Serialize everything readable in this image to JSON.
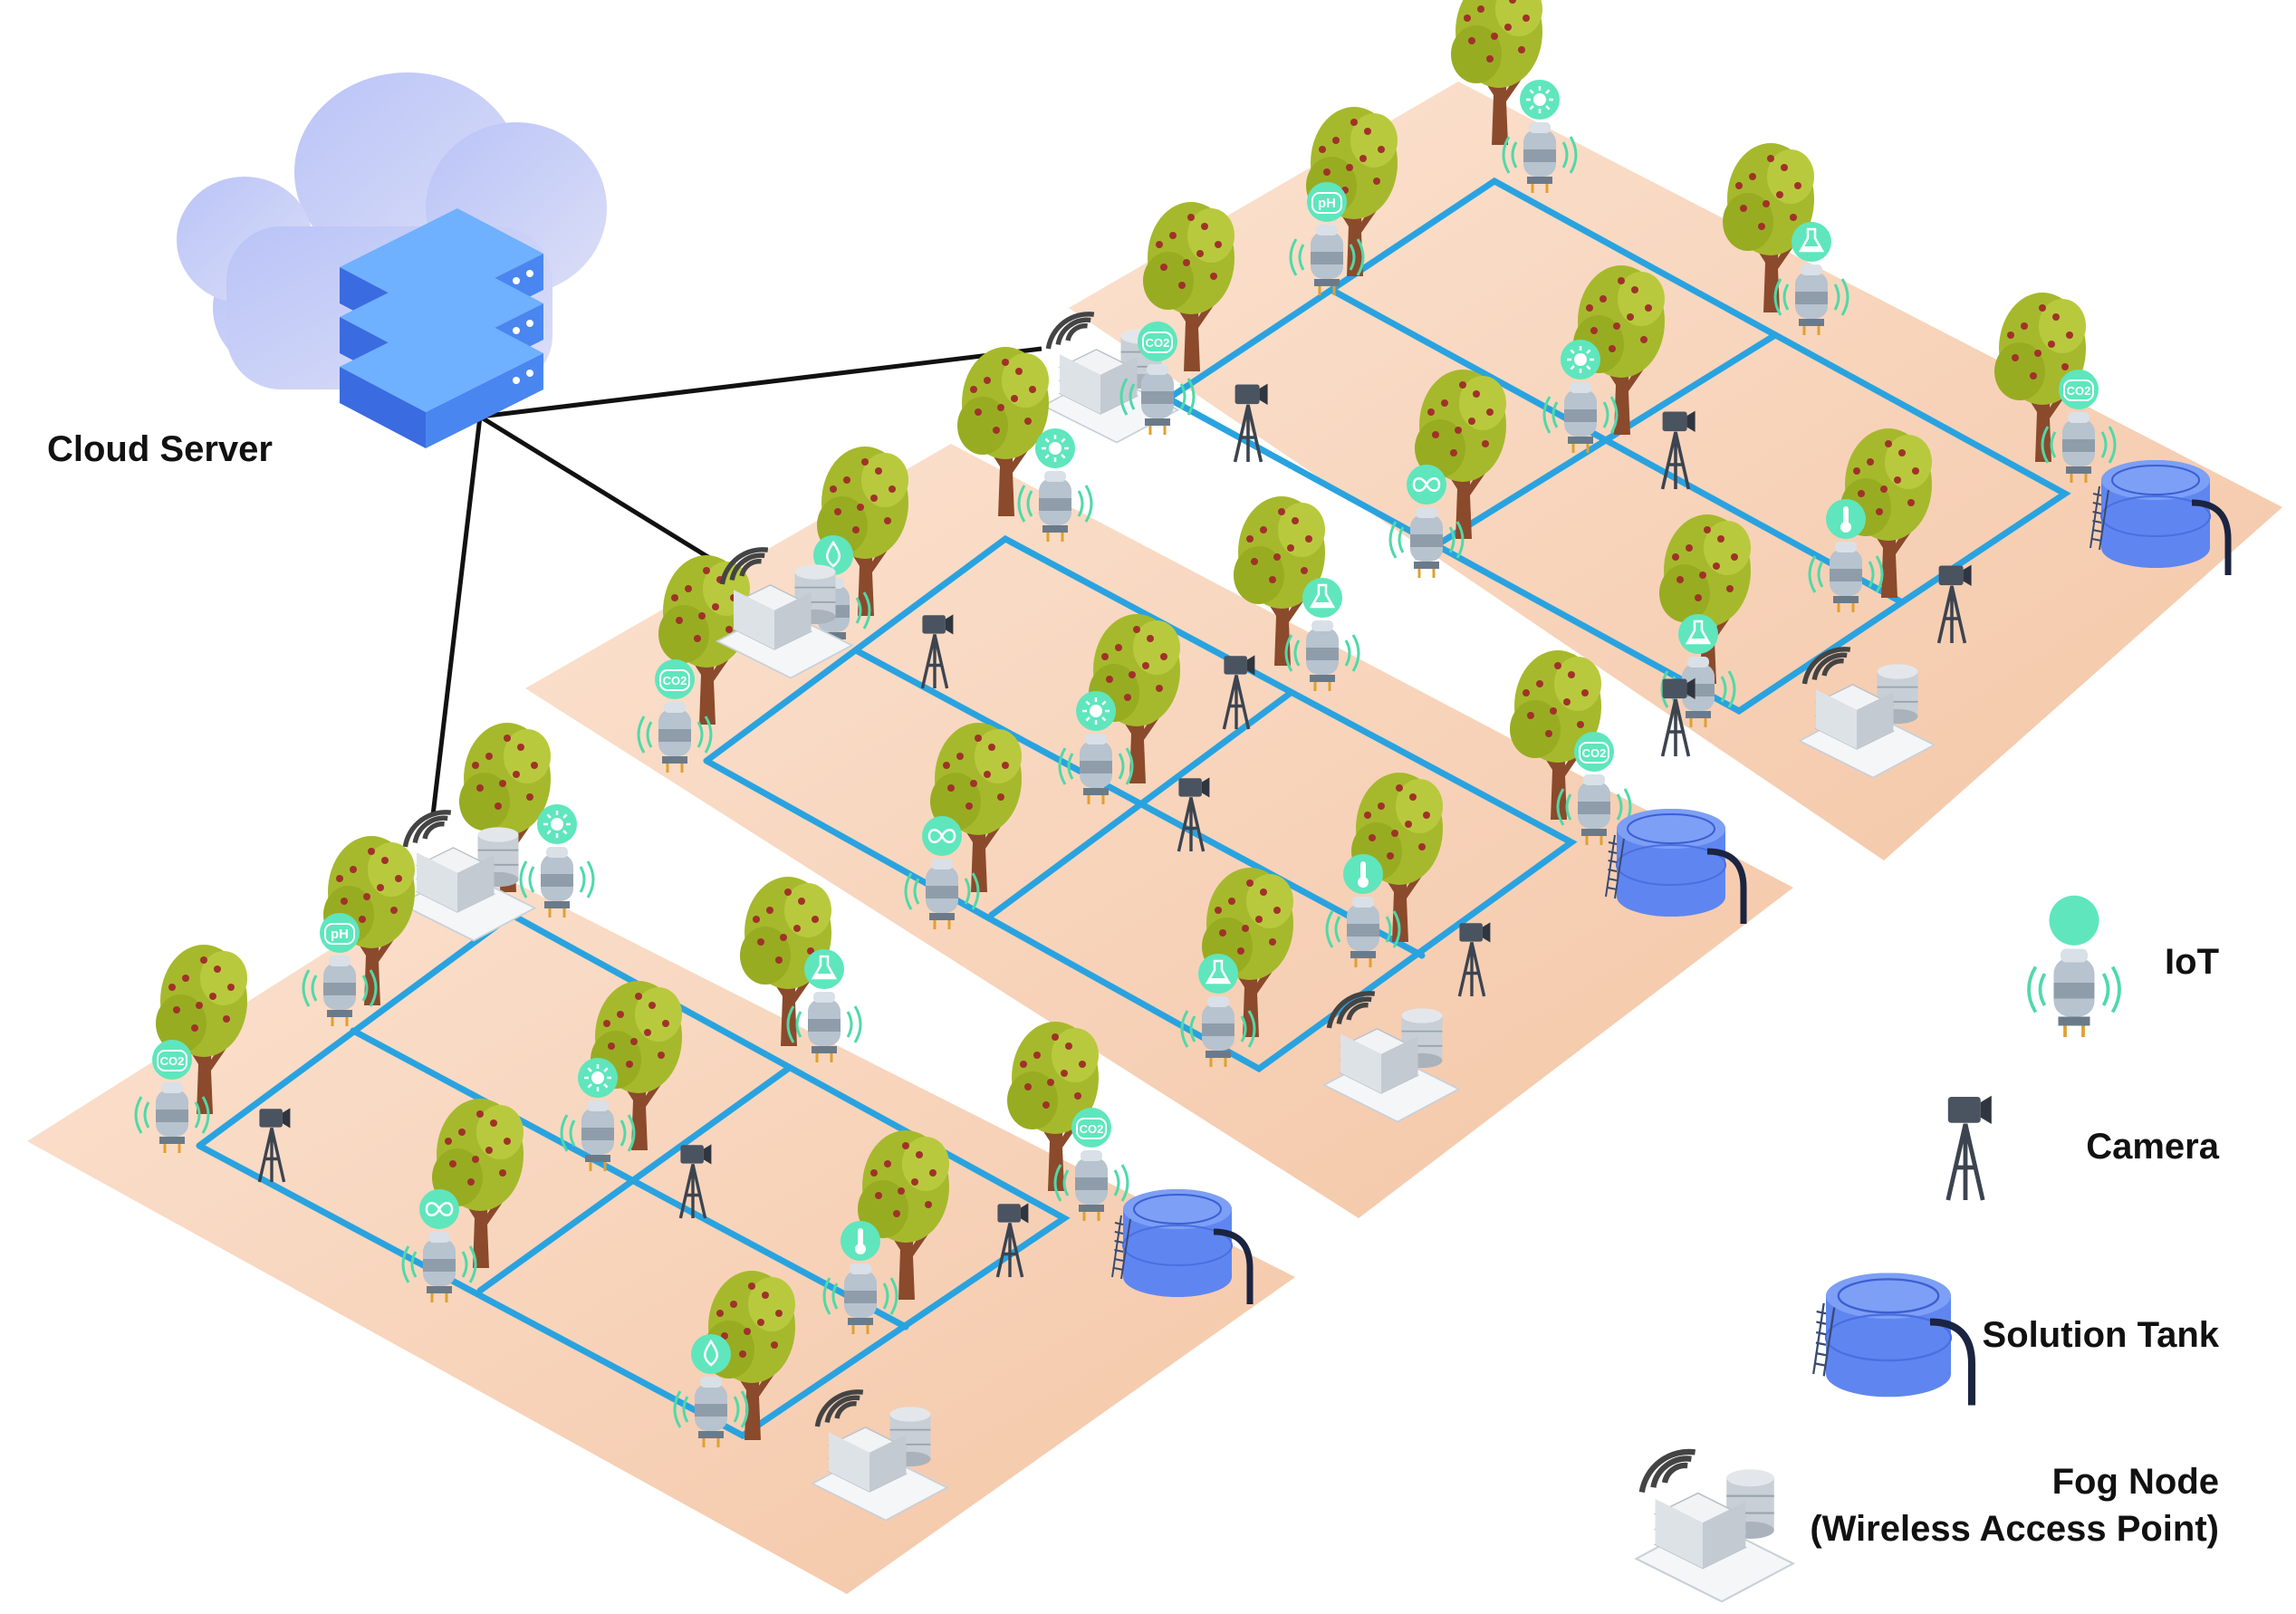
{
  "cloud_label": "Cloud Server",
  "legend": {
    "iot": "IoT",
    "camera": "Camera",
    "tank": "Solution Tank",
    "fog_line1": "Fog Node",
    "fog_line2": "(Wireless Access Point)"
  },
  "sensor_icons": [
    "pH",
    "water-drop",
    "sun",
    "fan",
    "thermometer",
    "CO2",
    "flask"
  ],
  "sensor_texts": {
    "ph": "pH",
    "co2": "CO2"
  },
  "colors": {
    "field": "#f7d3b8",
    "pipe": "#29a3e0",
    "sensor_badge": "#5fe6bd",
    "tree_canopy": "#a6b92c",
    "tree_trunk": "#8b4a2b",
    "tank": "#5f86f0",
    "server": "#4a86f0",
    "cloud": "#c6cdf5",
    "uplink": "#111111"
  }
}
